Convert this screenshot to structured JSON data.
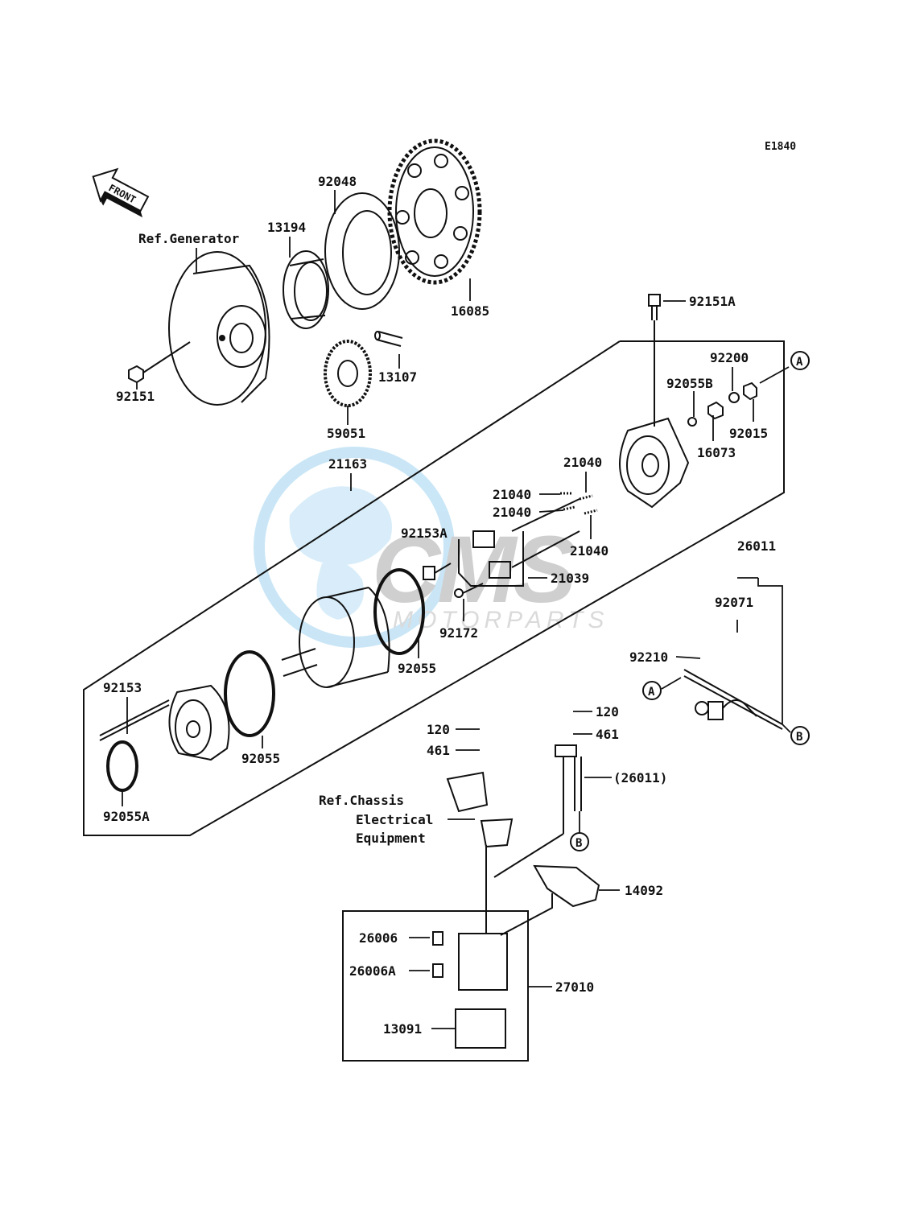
{
  "diagram": {
    "code": "E1840",
    "front_label": "FRONT",
    "watermark": {
      "brand": "CMS",
      "sub": "MOTORPARTS"
    },
    "callouts": [
      {
        "id": "92048",
        "text": "92048"
      },
      {
        "id": "13194",
        "text": "13194"
      },
      {
        "id": "ref_generator",
        "text": "Ref.Generator"
      },
      {
        "id": "16085",
        "text": "16085"
      },
      {
        "id": "92151",
        "text": "92151"
      },
      {
        "id": "13107",
        "text": "13107"
      },
      {
        "id": "59051",
        "text": "59051"
      },
      {
        "id": "92151A",
        "text": "92151A"
      },
      {
        "id": "92200",
        "text": "92200"
      },
      {
        "id": "92055B",
        "text": "92055B"
      },
      {
        "id": "92015",
        "text": "92015"
      },
      {
        "id": "16073",
        "text": "16073"
      },
      {
        "id": "21163",
        "text": "21163"
      },
      {
        "id": "21040_a",
        "text": "21040"
      },
      {
        "id": "21040_b",
        "text": "21040"
      },
      {
        "id": "21040_c",
        "text": "21040"
      },
      {
        "id": "21040_d",
        "text": "21040"
      },
      {
        "id": "92153A",
        "text": "92153A"
      },
      {
        "id": "21039",
        "text": "21039"
      },
      {
        "id": "92172",
        "text": "92172"
      },
      {
        "id": "92055_a",
        "text": "92055"
      },
      {
        "id": "26011",
        "text": "26011"
      },
      {
        "id": "92071",
        "text": "92071"
      },
      {
        "id": "92210",
        "text": "92210"
      },
      {
        "id": "92153",
        "text": "92153"
      },
      {
        "id": "92055_b",
        "text": "92055"
      },
      {
        "id": "92055A",
        "text": "92055A"
      },
      {
        "id": "120_a",
        "text": "120"
      },
      {
        "id": "461_a",
        "text": "461"
      },
      {
        "id": "120_b",
        "text": "120"
      },
      {
        "id": "461_b",
        "text": "461"
      },
      {
        "id": "26011_ref",
        "text": "(26011)"
      },
      {
        "id": "ref_chassis_1",
        "text": "Ref.Chassis"
      },
      {
        "id": "ref_chassis_2",
        "text": "Electrical"
      },
      {
        "id": "ref_chassis_3",
        "text": "Equipment"
      },
      {
        "id": "14092",
        "text": "14092"
      },
      {
        "id": "26006",
        "text": "26006"
      },
      {
        "id": "26006A",
        "text": "26006A"
      },
      {
        "id": "27010",
        "text": "27010"
      },
      {
        "id": "13091",
        "text": "13091"
      }
    ],
    "connectors": [
      {
        "id": "A1",
        "text": "A"
      },
      {
        "id": "A2",
        "text": "A"
      },
      {
        "id": "B1",
        "text": "B"
      },
      {
        "id": "B2",
        "text": "B"
      }
    ]
  }
}
